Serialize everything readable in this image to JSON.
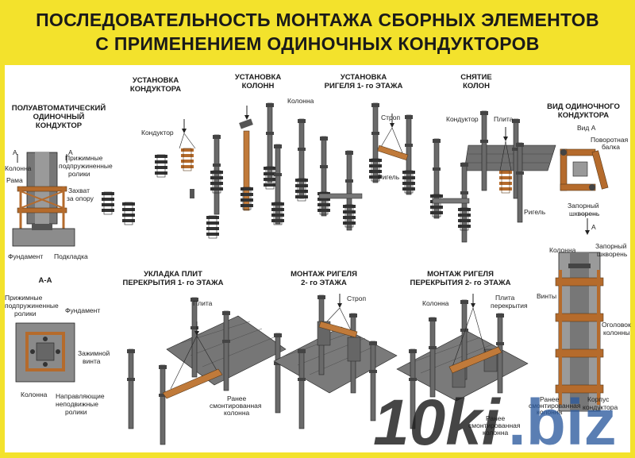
{
  "title": {
    "line1": "ПОСЛЕДОВАТЕЛЬНОСТЬ МОНТАЖА СБОРНЫХ ЭЛЕМЕНТОВ",
    "line2": "С ПРИМЕНЕНИЕМ ОДИНОЧНЫХ КОНДУКТОРОВ"
  },
  "sections": {
    "s1": {
      "l1": "ПОЛУАВТОМАТИЧЕСКИЙ",
      "l2": "ОДИНОЧНЫЙ",
      "l3": "КОНДУКТОР"
    },
    "s2": {
      "l1": "УСТАНОВКА",
      "l2": "КОНДУКТОРА"
    },
    "s3": {
      "l1": "УСТАНОВКА",
      "l2": "КОЛОНН"
    },
    "s4": {
      "l1": "УСТАНОВКА",
      "l2": "РИГЕЛЯ 1- го ЭТАЖА"
    },
    "s5": {
      "l1": "СНЯТИЕ",
      "l2": "КОЛОН"
    },
    "s6": {
      "l1": "ВИД ОДИНОЧНОГО",
      "l2": "КОНДУКТОРА"
    },
    "s7": {
      "l1": "УКЛАДКА ПЛИТ",
      "l2": "ПЕРЕКРЫТИЯ 1- го ЭТАЖА"
    },
    "s8": {
      "l1": "МОНТАЖ РИГЕЛЯ",
      "l2": "2- го ЭТАЖА"
    },
    "s9": {
      "l1": "МОНТАЖ РИГЕЛЯ",
      "l2": "ПЕРЕКРЫТИЯ 2- го ЭТАЖА"
    },
    "aa": "А-А"
  },
  "labels": {
    "a_left": "А",
    "a_right": "А",
    "kolonna": "Колонна",
    "rama": "Рама",
    "prizhimnye1": "Прижимные",
    "prizhimnye2": "подпружиненные",
    "prizhimnye3": "ролики",
    "zakhvat1": "Захват",
    "zakhvat2": "за опору",
    "fundament": "Фундамент",
    "podkladka": "Подкладка",
    "konduktor": "Кондуктор",
    "kolonna2": "Колонна",
    "strop": "Строп",
    "rigel": "Ригель",
    "konduktor2": "Кондуктор",
    "plita": "Плита",
    "rigel2": "Ригель",
    "vid_a": "Вид А",
    "povorot1": "Поворотная",
    "povorot2": "балка",
    "zapornyi1": "Запорный",
    "zapornyi2": "шкворень",
    "arrow_a": "А",
    "aa_prizh1": "Прижимные",
    "aa_prizh2": "подпружиненные",
    "aa_prizh3": "ролики",
    "aa_fund": "Фундамент",
    "aa_zazh1": "Зажимной",
    "aa_zazh2": "винта",
    "aa_kolonna": "Колонна",
    "aa_napr1": "Направляющие",
    "aa_napr2": "неподвижные",
    "aa_napr3": "ролики",
    "plita2": "Плита",
    "ranee1": "Ранее",
    "ranee2": "смонтированная",
    "ranee3": "колонна",
    "strop2": "Строп",
    "kolonna3": "Колонна",
    "plita3_1": "Плита",
    "plita3_2": "перекрытия",
    "ranee_b1": "Ранее",
    "ranee_b2": "смонтированная",
    "ranee_b3": "колонна",
    "k_kolonna": "Колонна",
    "k_zap1": "Запорный",
    "k_zap2": "шкворень",
    "k_vinty": "Винты",
    "k_ogol1": "Оголовок",
    "k_ogol2": "колонны",
    "k_ranee1": "Ранее",
    "k_ranee2": "смонтированная",
    "k_ranee3": "колонна",
    "k_korp1": "Корпус",
    "k_korp2": "кондуктора"
  },
  "watermark": {
    "a": "10ki",
    "b": ".biz"
  },
  "colors": {
    "band": "#f3e22c",
    "wood": "#c07a3a",
    "steel": "#5b5b5b",
    "slab": "#6f6f6f"
  }
}
